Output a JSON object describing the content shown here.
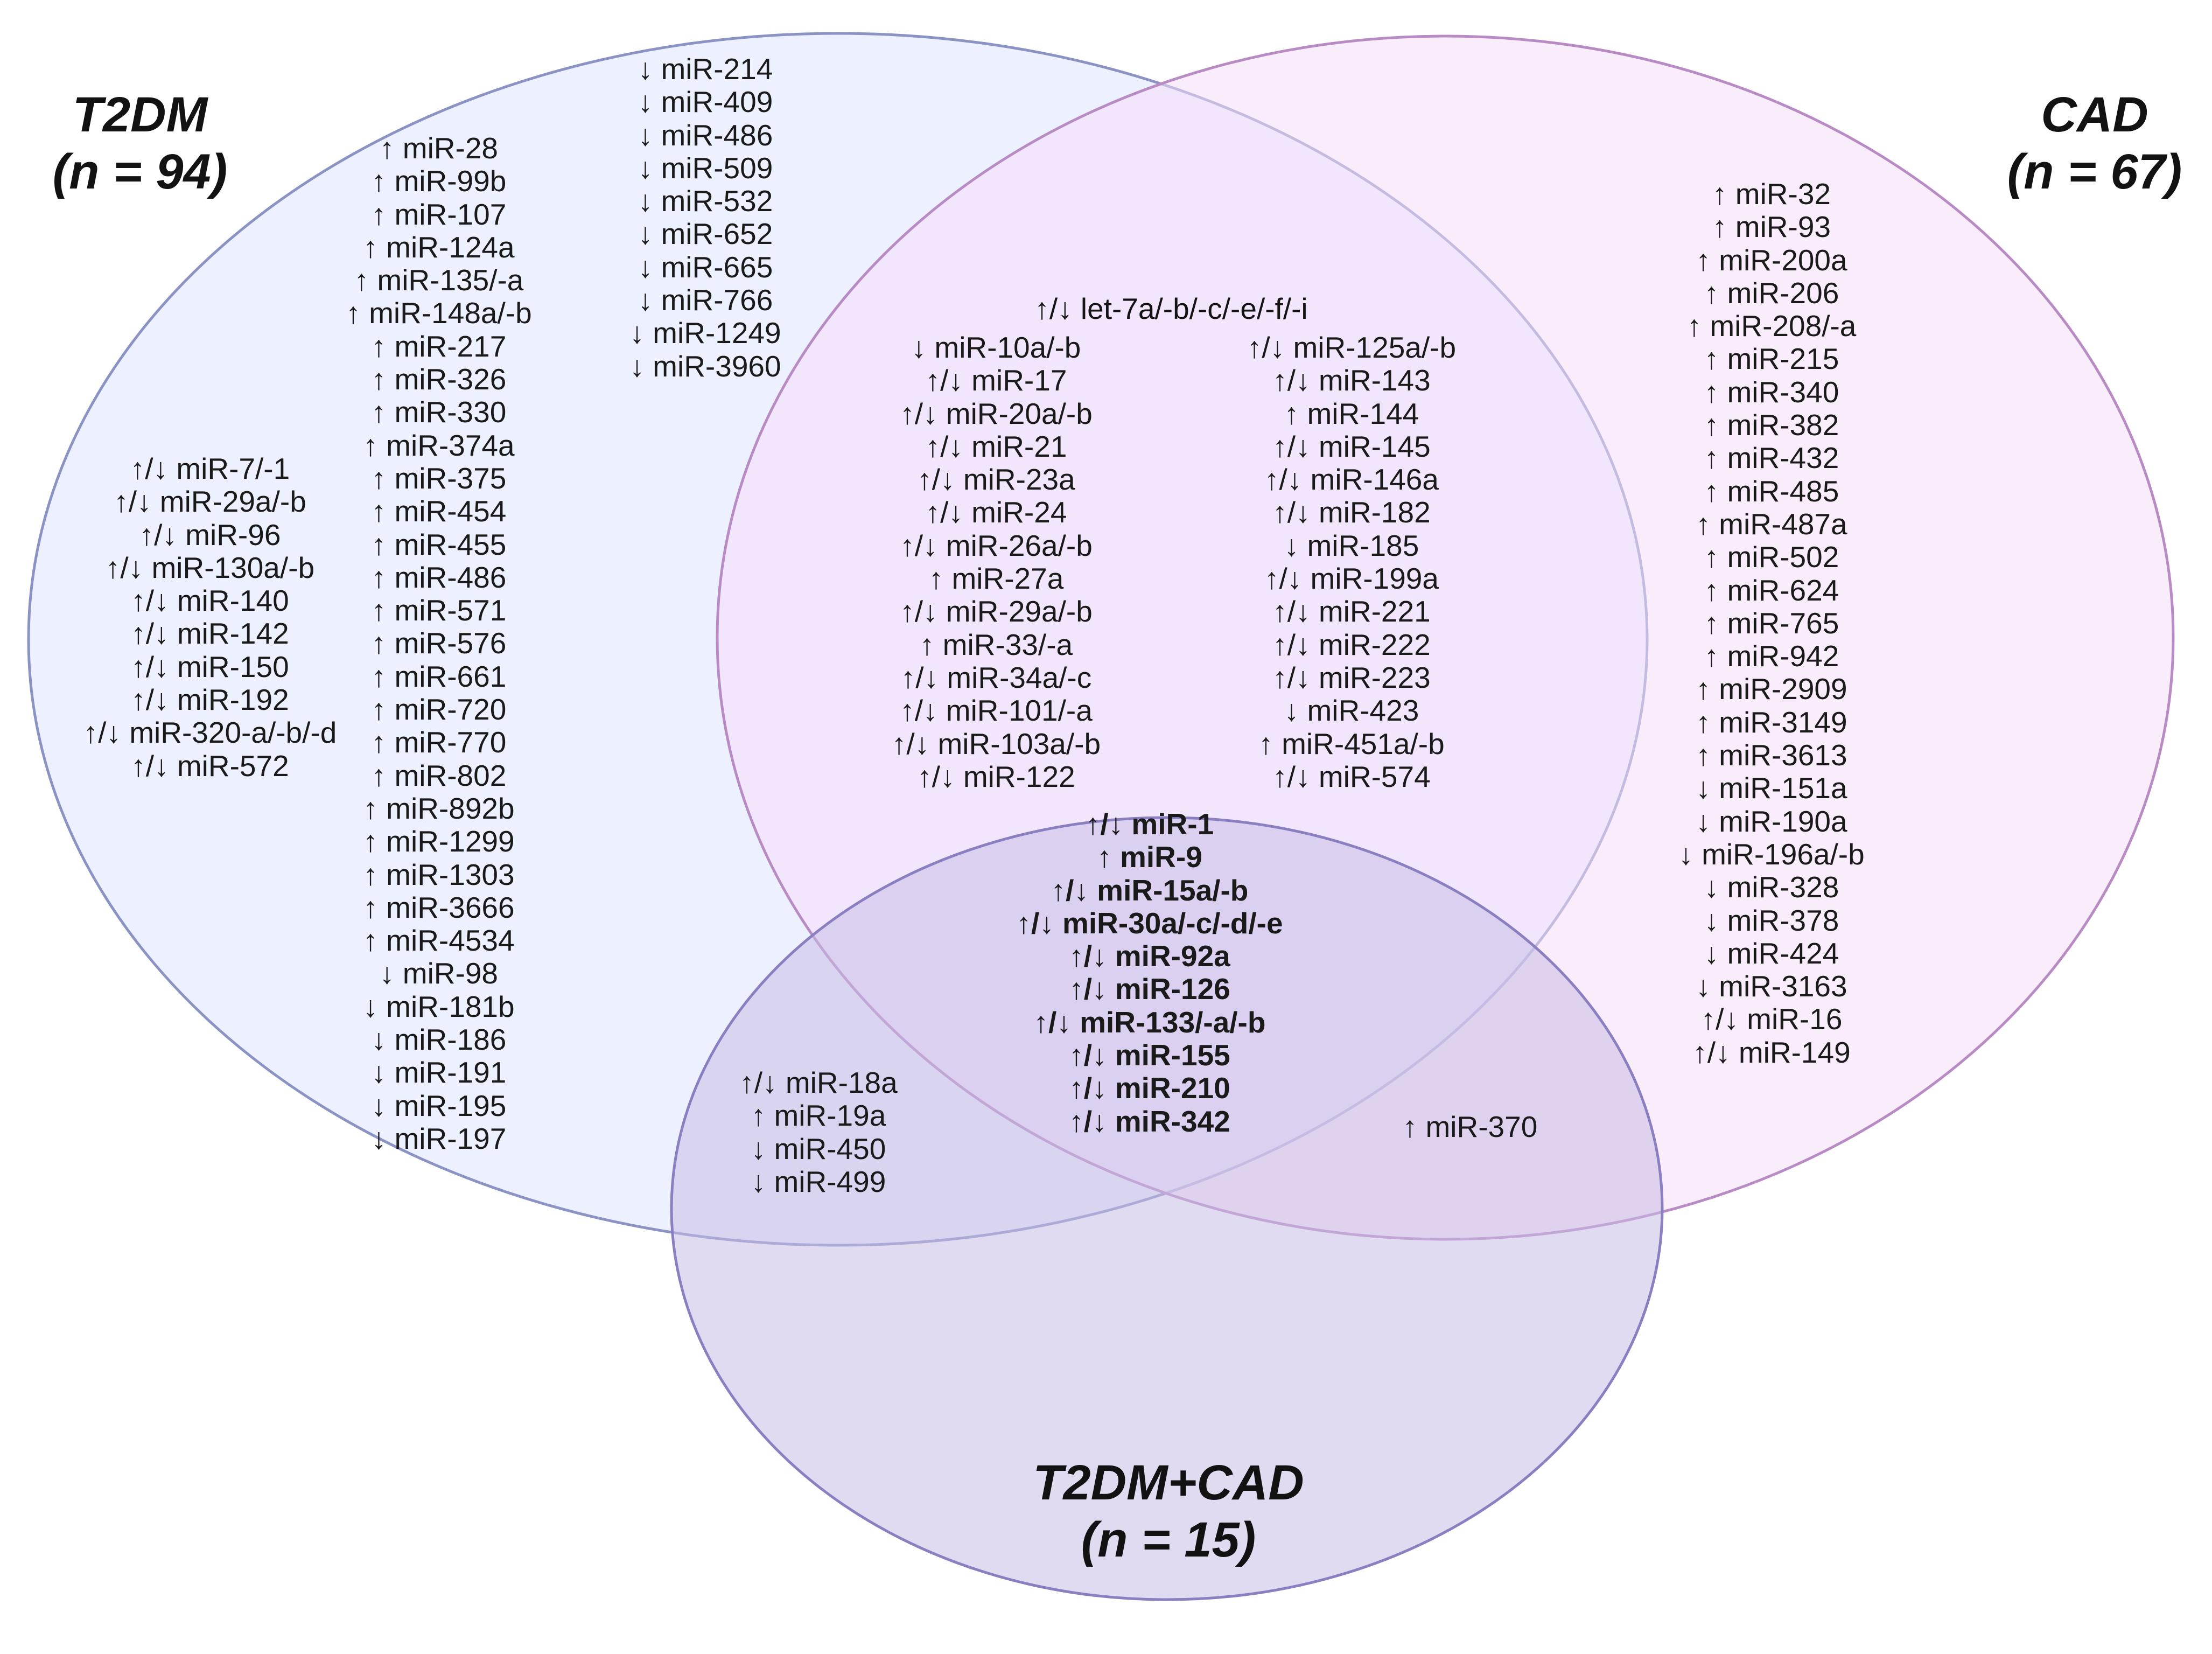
{
  "sets": [
    {
      "key": "t2dm",
      "name": "T2DM",
      "count": "(n = 94)",
      "fill": "#ebefff",
      "stroke": "#8a93c4"
    },
    {
      "key": "cad",
      "name": "CAD",
      "count": "(n = 67)",
      "fill": "#f7e4fa",
      "stroke": "#b98bc4"
    },
    {
      "key": "both",
      "name": "T2DM+CAD",
      "count": "(n = 15)",
      "fill": "#dcd4ee",
      "stroke": "#8a7fc0"
    }
  ],
  "regions": {
    "t2dm_only_left": [
      "↑/↓ miR-7/-1",
      "↑/↓ miR-29a/-b",
      "↑/↓ miR-96",
      "↑/↓ miR-130a/-b",
      "↑/↓ miR-140",
      "↑/↓ miR-142",
      "↑/↓ miR-150",
      "↑/↓ miR-192",
      "↑/↓ miR-320-a/-b/-d",
      "↑/↓ miR-572"
    ],
    "t2dm_only_center": [
      "↑ miR-28",
      "↑ miR-99b",
      "↑ miR-107",
      "↑ miR-124a",
      "↑ miR-135/-a",
      "↑ miR-148a/-b",
      "↑ miR-217",
      "↑ miR-326",
      "↑ miR-330",
      "↑ miR-374a",
      "↑ miR-375",
      "↑ miR-454",
      "↑ miR-455",
      "↑ miR-486",
      "↑ miR-571",
      "↑ miR-576",
      "↑ miR-661",
      "↑ miR-720",
      "↑ miR-770",
      "↑ miR-802",
      "↑ miR-892b",
      "↑ miR-1299",
      "↑ miR-1303",
      "↑ miR-3666",
      "↑ miR-4534",
      "↓ miR-98",
      "↓ miR-181b",
      "↓ miR-186",
      "↓ miR-191",
      "↓ miR-195",
      "↓ miR-197"
    ],
    "t2dm_only_top": [
      "↓ miR-214",
      "↓ miR-409",
      "↓ miR-486",
      "↓ miR-509",
      "↓ miR-532",
      "↓ miR-652",
      "↓ miR-665",
      "↓ miR-766",
      "↓ miR-1249",
      "↓ miR-3960"
    ],
    "cad_only": [
      "↑ miR-32",
      "↑ miR-93",
      "↑ miR-200a",
      "↑ miR-206",
      "↑ miR-208/-a",
      "↑ miR-215",
      "↑ miR-340",
      "↑ miR-382",
      "↑ miR-432",
      "↑ miR-485",
      "↑ miR-487a",
      "↑ miR-502",
      "↑ miR-624",
      "↑ miR-765",
      "↑ miR-942",
      "↑ miR-2909",
      "↑ miR-3149",
      "↑ miR-3613",
      "↓ miR-151a",
      "↓ miR-190a",
      "↓ miR-196a/-b",
      "↓ miR-328",
      "↓ miR-378",
      "↓ miR-424",
      "↓ miR-3163",
      "↑/↓ miR-16",
      "↑/↓ miR-149"
    ],
    "t2dm_cad_header": "↑/↓ let-7a/-b/-c/-e/-f/-i",
    "t2dm_cad_left": [
      "↓ miR-10a/-b",
      "↑/↓ miR-17",
      "↑/↓ miR-20a/-b",
      "↑/↓ miR-21",
      "↑/↓ miR-23a",
      "↑/↓ miR-24",
      "↑/↓ miR-26a/-b",
      "↑ miR-27a",
      "↑/↓ miR-29a/-b",
      "↑ miR-33/-a",
      "↑/↓ miR-34a/-c",
      "↑/↓ miR-101/-a",
      "↑/↓ miR-103a/-b",
      "↑/↓ miR-122"
    ],
    "t2dm_cad_right": [
      "↑/↓ miR-125a/-b",
      "↑/↓ miR-143",
      "↑ miR-144",
      "↑/↓ miR-145",
      "↑/↓ miR-146a",
      "↑/↓ miR-182",
      "↓ miR-185",
      "↑/↓ miR-199a",
      "↑/↓ miR-221",
      "↑/↓ miR-222",
      "↑/↓ miR-223",
      "↓ miR-423",
      "↑ miR-451a/-b",
      "↑/↓ miR-574"
    ],
    "all_three": [
      "↑/↓ miR-1",
      "↑ miR-9",
      "↑/↓ miR-15a/-b",
      "↑/↓ miR-30a/-c/-d/-e",
      "↑/↓ miR-92a",
      "↑/↓ miR-126",
      "↑/↓ miR-133/-a/-b",
      "↑/↓ miR-155",
      "↑/↓ miR-210",
      "↑/↓ miR-342"
    ],
    "t2dm_and_both": [
      "↑/↓ miR-18a",
      "↑ miR-19a",
      "↓ miR-450",
      "↓ miR-499"
    ],
    "cad_and_both": [
      "↑ miR-370"
    ]
  }
}
